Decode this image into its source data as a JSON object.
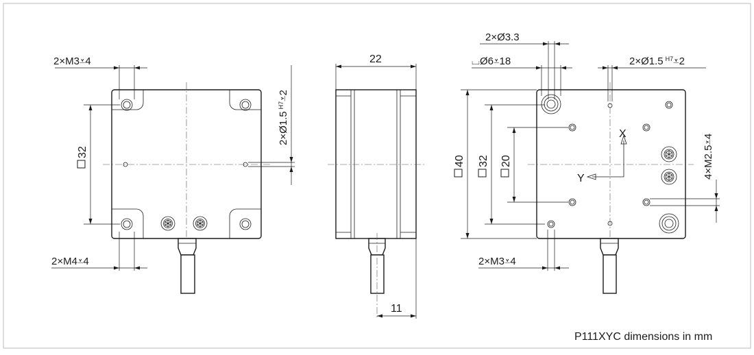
{
  "caption": "P111XYC dimensions in mm",
  "front_view": {
    "top_thread": "2×M3",
    "top_thread_depth": "4",
    "bottom_thread": "2×M4",
    "bottom_thread_depth": "4",
    "side_hole": "2×Ø1.5",
    "side_hole_tol": "H7",
    "side_hole_depth": "2",
    "square_size": "32"
  },
  "side_view": {
    "width": "22",
    "cable_offset": "11"
  },
  "rear_view": {
    "through_hole": "2×Ø3.3",
    "counterbore_dia": "Ø6",
    "counterbore_depth": "18",
    "pin_hole": "2×Ø1.5",
    "pin_hole_tol": "H7",
    "pin_hole_depth": "2",
    "side_thread": "4×M2.5",
    "side_thread_depth": "4",
    "bottom_thread": "2×M3",
    "bottom_thread_depth": "4",
    "square_outer": "40",
    "square_mid": "32",
    "square_inner": "20",
    "axis_x": "X",
    "axis_y": "Y"
  }
}
